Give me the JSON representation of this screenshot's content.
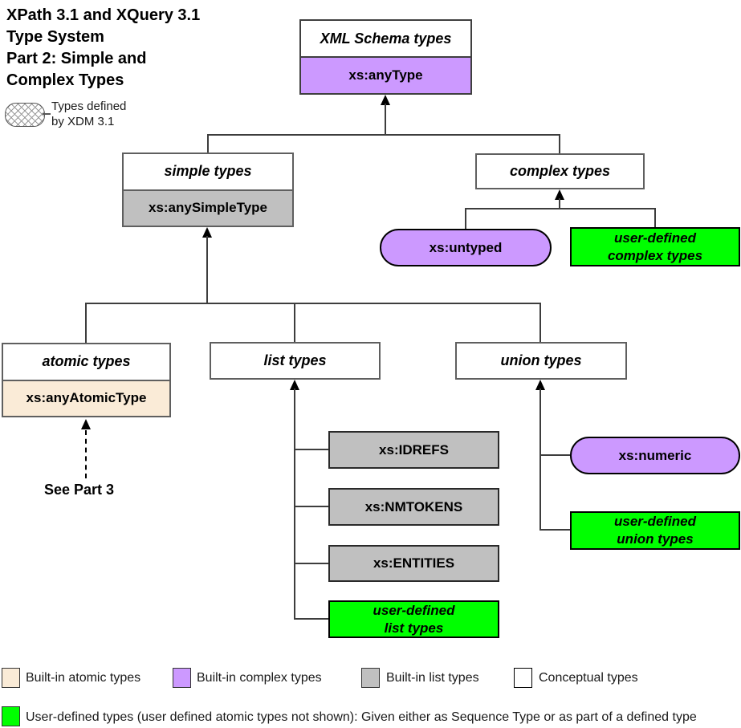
{
  "title": {
    "lines": [
      "XPath 3.1 and XQuery 3.1",
      "Type System",
      "Part 2: Simple and",
      "Complex Types"
    ]
  },
  "xdm_legend": {
    "line1": "Types defined",
    "line2": "by XDM 3.1"
  },
  "nodes": {
    "xml_schema_types": {
      "header": "XML Schema types",
      "body": "xs:anyType"
    },
    "simple_types": {
      "header": "simple types",
      "body": "xs:anySimpleType"
    },
    "complex_types": {
      "header": "complex types"
    },
    "xs_untyped": {
      "label": "xs:untyped"
    },
    "user_defined_complex": {
      "line1": "user-defined",
      "line2": "complex types"
    },
    "atomic_types": {
      "header": "atomic types",
      "body": "xs:anyAtomicType"
    },
    "list_types": {
      "header": "list types"
    },
    "union_types": {
      "header": "union types"
    },
    "xs_idrefs": {
      "label": "xs:IDREFS"
    },
    "xs_nmtokens": {
      "label": "xs:NMTOKENS"
    },
    "xs_entities": {
      "label": "xs:ENTITIES"
    },
    "user_defined_list": {
      "line1": "user-defined",
      "line2": "list types"
    },
    "xs_numeric": {
      "label": "xs:numeric"
    },
    "user_defined_union": {
      "line1": "user-defined",
      "line2": "union types"
    }
  },
  "see_part_3": "See Part 3",
  "legend": {
    "items": [
      {
        "label": "Built-in atomic types",
        "color": "#FAEBD7"
      },
      {
        "label": "Built-in complex types",
        "color": "#CC99FF"
      },
      {
        "label": "Built-in list types",
        "color": "#C0C0C0"
      },
      {
        "label": "Conceptual types",
        "color": "#FFFFFF"
      }
    ],
    "user_defined_note": "User-defined types (user defined atomic types not shown):  Given either as Sequence Type or as part of a defined type",
    "user_defined_color": "#00FF00"
  },
  "colors": {
    "purple": "#CC99FF",
    "gray": "#C0C0C0",
    "beige": "#FAEBD7",
    "green": "#00FF00",
    "white": "#FFFFFF"
  }
}
